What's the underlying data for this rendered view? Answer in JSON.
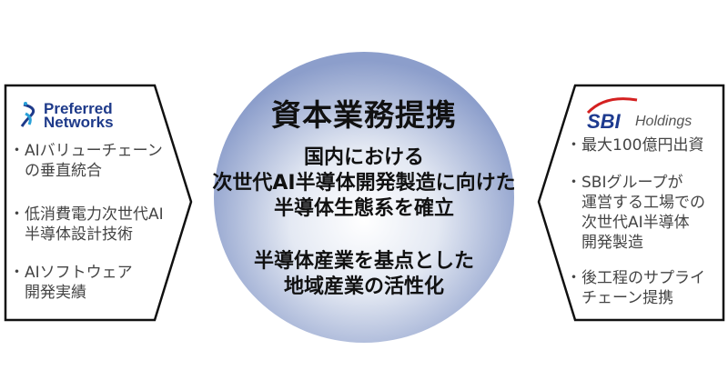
{
  "center": {
    "title": "資本業務提携",
    "goal1": [
      "国内における",
      "次世代AI半導体開発製造に向けた",
      "半導体生態系を確立"
    ],
    "goal2": [
      "半導体産業を基点とした",
      "地域産業の活性化"
    ]
  },
  "left": {
    "logo_line1": "Preferred",
    "logo_line2": "Networks",
    "bullets": [
      [
        "・AIバリューチェーン",
        "　の垂直統合"
      ],
      [
        "・低消費電力次世代AI",
        "　半導体設計技術"
      ],
      [
        "・AIソフトウェア",
        "　開発実績"
      ]
    ]
  },
  "right": {
    "logo_sbi": "SBI",
    "logo_holdings": "Holdings",
    "bullets": [
      [
        "・最大100億円出資"
      ],
      [
        "・SBIグループが",
        "　運営する工場での",
        "　次世代AI半導体",
        "　開発製造"
      ],
      [
        "・後工程のサプライ",
        "　チェーン提携"
      ]
    ]
  },
  "colors": {
    "circle_edge": "#8c9ecb",
    "circle_center": "#ffffff",
    "pfn": "#1e3a8a",
    "sbi_arc": "#d42020"
  }
}
